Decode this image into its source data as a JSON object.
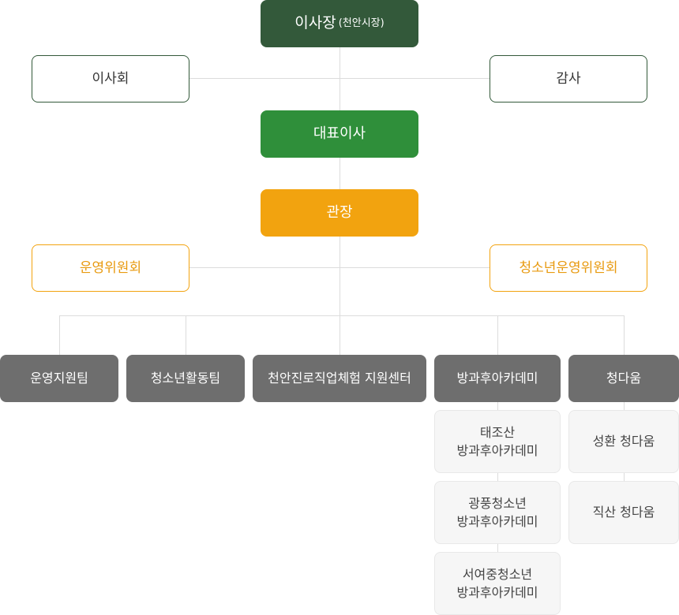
{
  "chairman": {
    "title": "이사장",
    "subtitle": "(천안시장)"
  },
  "board": "이사회",
  "audit": "감사",
  "ceo": "대표이사",
  "director": "관장",
  "operating_committee": "운영위원회",
  "youth_committee": "청소년운영위원회",
  "teams": [
    "운영지원팀",
    "청소년활동팀",
    "천안진로직업체험 지원센터",
    "방과후아카데미",
    "청다움"
  ],
  "academy_units": [
    {
      "line1": "태조산",
      "line2": "방과후아카데미"
    },
    {
      "line1": "광풍청소년",
      "line2": "방과후아카데미"
    },
    {
      "line1": "서여중청소년",
      "line2": "방과후아카데미"
    }
  ],
  "cheongdaum_units": [
    "성환 청다움",
    "직산 청다움"
  ],
  "colors": {
    "chairman": "#33593a",
    "ceo": "#2f8f3a",
    "director": "#f2a30f",
    "team": "#6e6e6e",
    "connector": "#dcdcdc"
  }
}
